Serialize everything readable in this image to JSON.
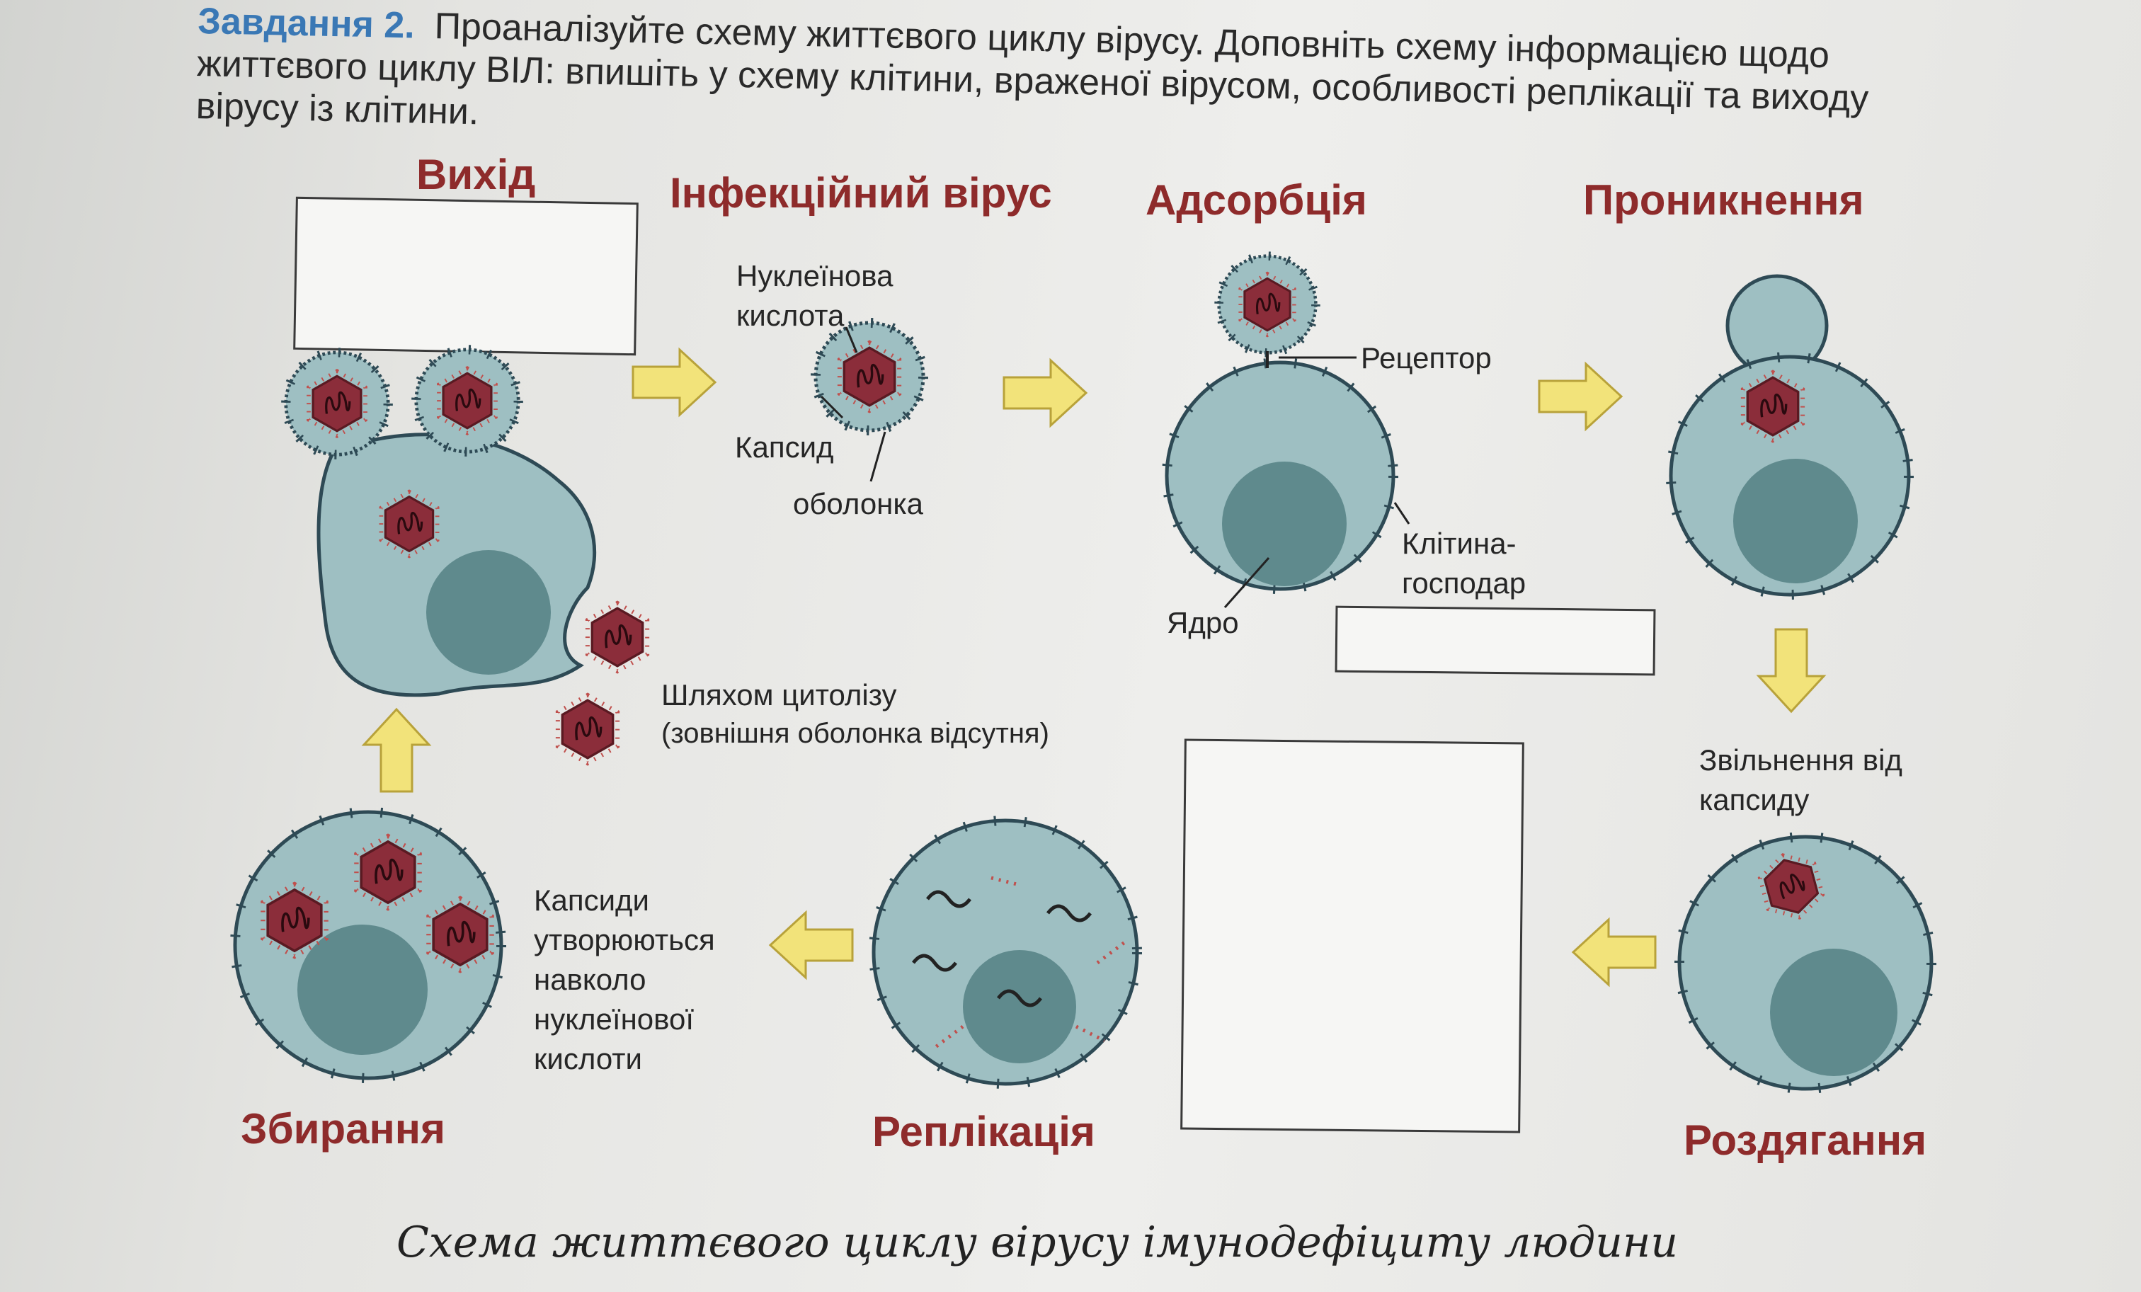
{
  "task": {
    "lead": "Завдання 2.",
    "text": "Проаналізуйте схему життєвого циклу вірусу. Доповніть схему інформацією щодо життєвого циклу ВІЛ: впишіть у схему клітини, враженої вірусом, особливості реплікації та виходу вірусу із клітини."
  },
  "stages": {
    "exit": "Вихід",
    "infectious_virus": "Інфекційний вірус",
    "adsorption": "Адсорбція",
    "penetration": "Проникнення",
    "uncoating": "Роздягання",
    "replication": "Реплікація",
    "assembly": "Збирання"
  },
  "labels": {
    "nucleic_acid": "Нуклеїнова кислота",
    "capsid": "Капсид",
    "envelope": "оболонка",
    "receptor": "Рецептор",
    "host_cell": "Клітина-господар",
    "nucleus": "Ядро",
    "release_from_capsid": "Звільнення від капсиду",
    "cytolysis": "Шляхом цитолізу",
    "cytolysis_note": "(зовнішня оболонка відсутня)",
    "capsids_form": "Капсиди утворюються навколо нуклеїнової кислоти"
  },
  "caption": "Схема життєвого циклу вірусу імунодефіциту людини",
  "colors": {
    "cell": "#9ebfc2",
    "nucleus": "#5f8a8d",
    "capsid": "#8b2d3a",
    "arrow": "#f2e37a",
    "stage_text": "#8e2b2b",
    "lead_text": "#3a78b5"
  }
}
